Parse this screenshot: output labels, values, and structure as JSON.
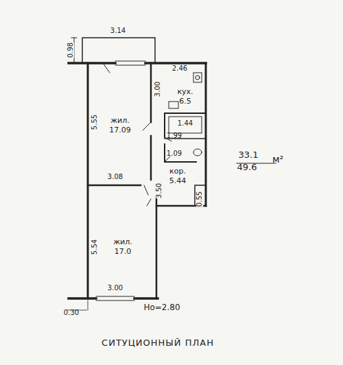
{
  "diagram": {
    "caption": "СИТУЦИОННЫЙ ПЛАН",
    "nodes": [
      {
        "text": [
          "жил. 17.09"
        ]
      },
      {
        "text": [
          "кух. 6.5"
        ]
      },
      {
        "text": [
          "кор. 5.44"
        ]
      },
      {
        "text": [
          "жил. 17.0"
        ]
      }
    ],
    "labels": [
      "3.14",
      "0.98",
      "2.46",
      "3.00",
      "5.55",
      "1.44",
      "1.99",
      "1.09",
      "3.08",
      "3.50",
      "0.55",
      "5.54",
      "3.00",
      "0.30",
      "Но=2.80",
      "33.1",
      "49.6",
      "м²"
    ]
  }
}
